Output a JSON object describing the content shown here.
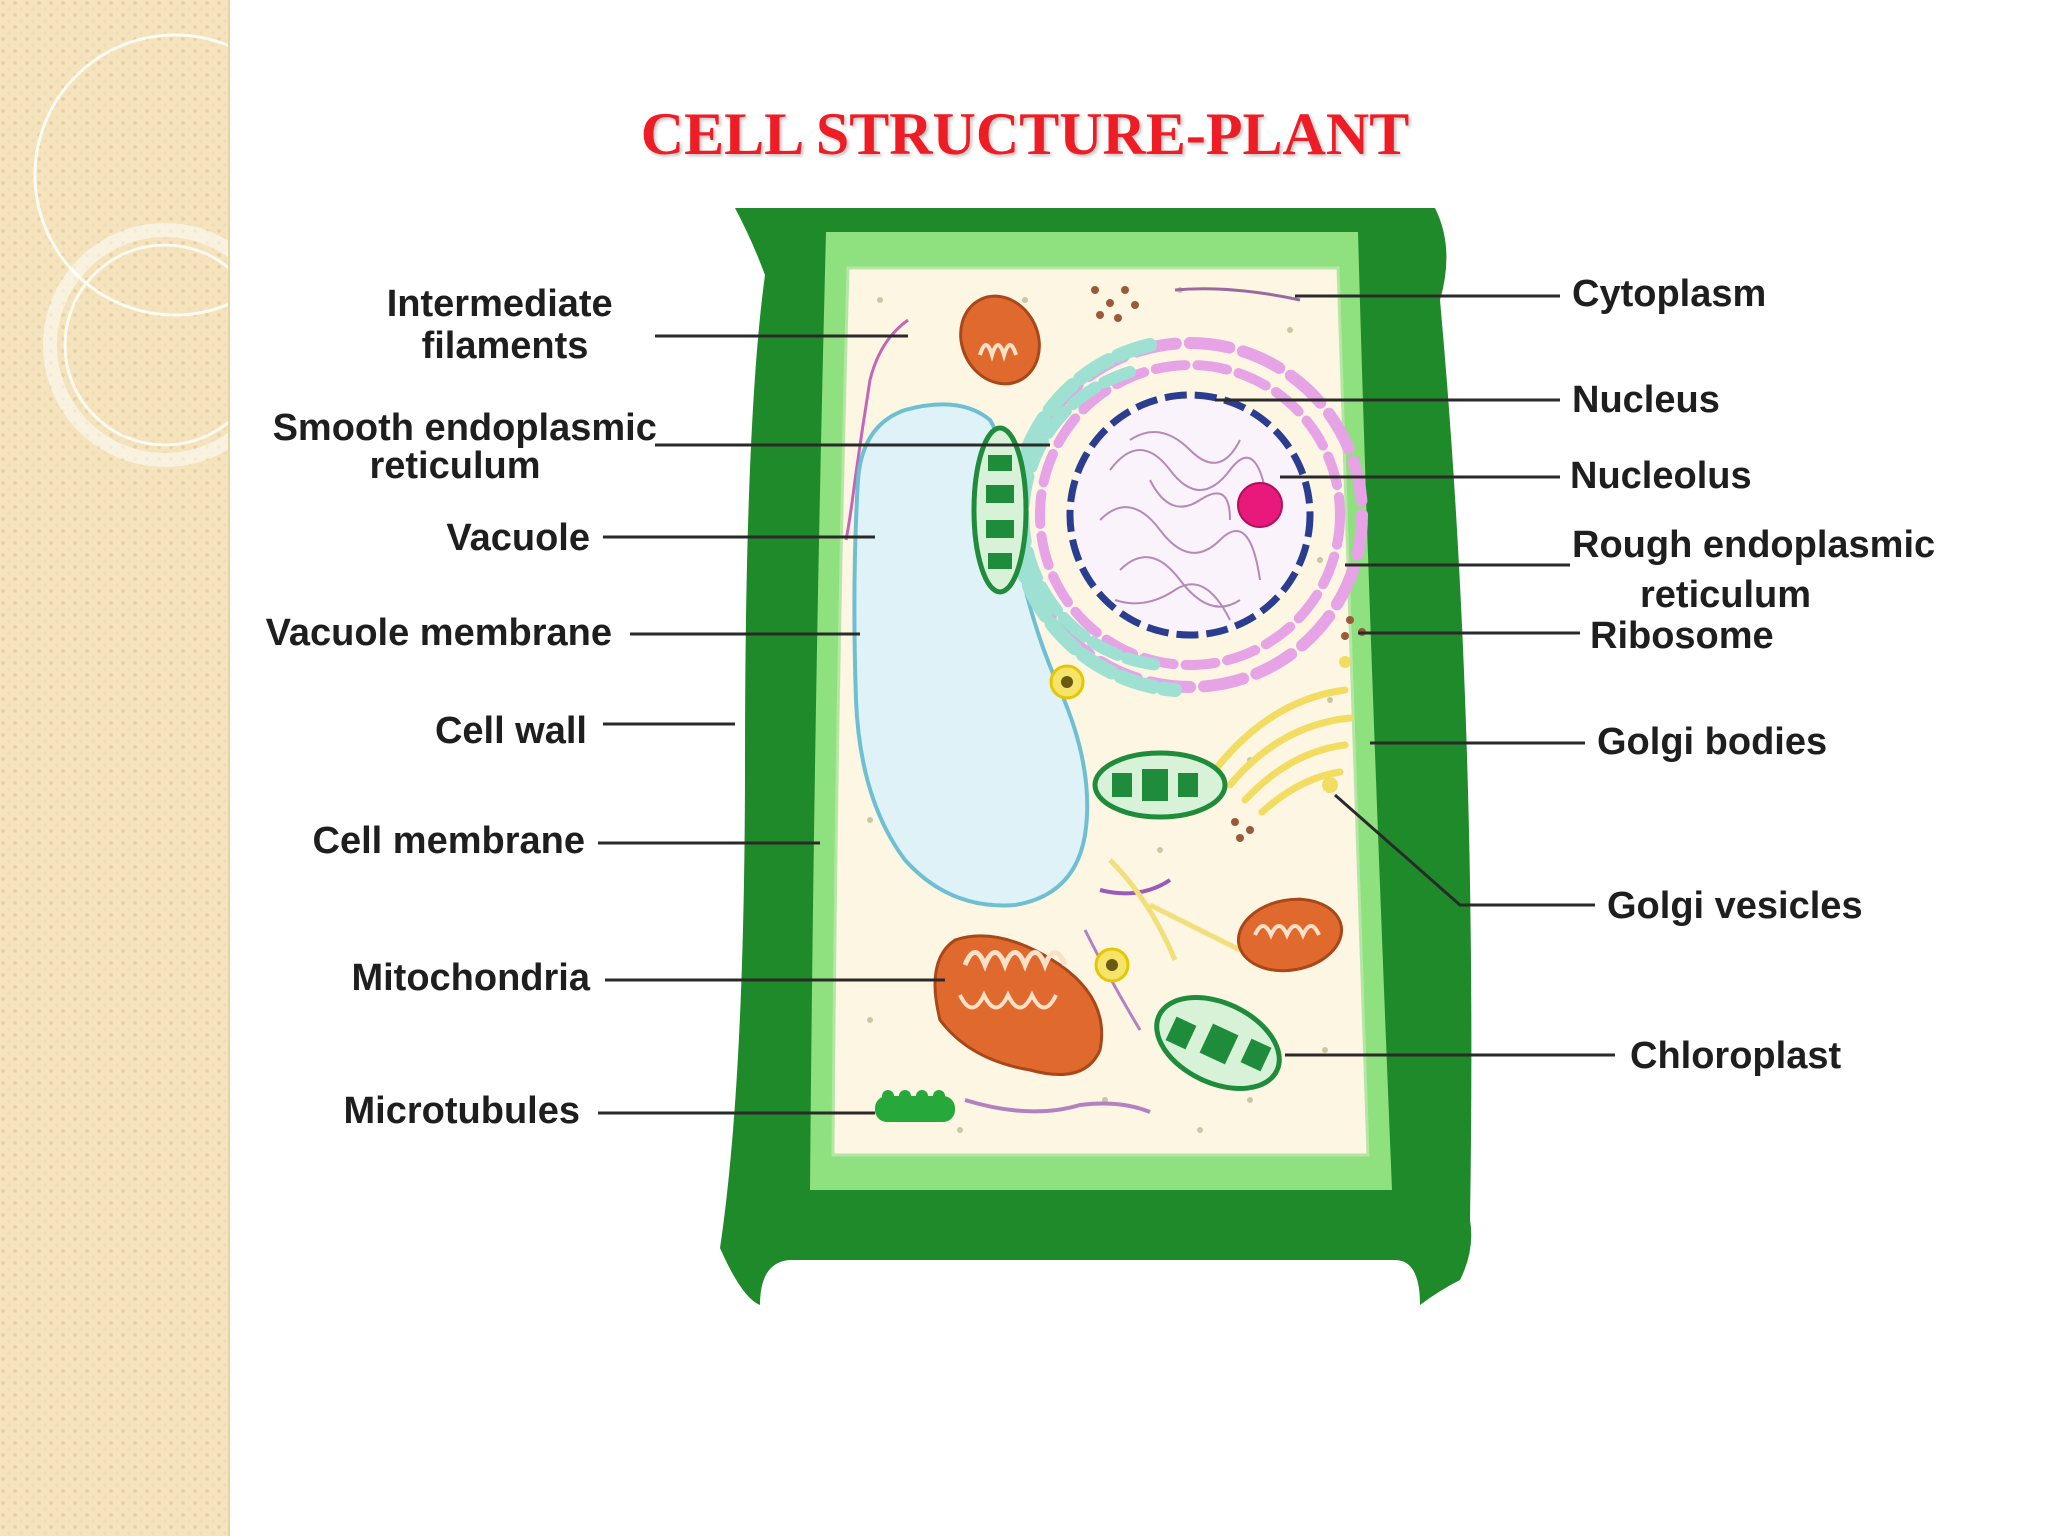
{
  "title": "CELL STRUCTURE-PLANT",
  "colors": {
    "title": "#ee1c24",
    "cell_wall": "#1f8a2a",
    "cell_membrane": "#8fe07f",
    "cytoplasm": "#fdf6e3",
    "vacuole": "#dff2f7",
    "nucleolus": "#e8197a",
    "mitochondria": "#e0692e",
    "chloroplast": "#1e8c3a",
    "side_panel": "#f4e3bc"
  },
  "labels_left": [
    {
      "id": "intermediate-filaments",
      "lines": [
        "Intermediate",
        "filaments"
      ]
    },
    {
      "id": "smooth-er",
      "lines": [
        "Smooth endoplasmic",
        "reticulum"
      ]
    },
    {
      "id": "vacuole",
      "lines": [
        "Vacuole"
      ]
    },
    {
      "id": "vacuole-membrane",
      "lines": [
        "Vacuole membrane"
      ]
    },
    {
      "id": "cell-wall",
      "lines": [
        "Cell wall"
      ]
    },
    {
      "id": "cell-membrane",
      "lines": [
        "Cell membrane"
      ]
    },
    {
      "id": "mitochondria",
      "lines": [
        "Mitochondria"
      ]
    },
    {
      "id": "microtubules",
      "lines": [
        "Microtubules"
      ]
    }
  ],
  "labels_right": [
    {
      "id": "cytoplasm",
      "lines": [
        "Cytoplasm"
      ]
    },
    {
      "id": "nucleus",
      "lines": [
        "Nucleus"
      ]
    },
    {
      "id": "nucleolus",
      "lines": [
        "Nucleolus"
      ]
    },
    {
      "id": "rough-er",
      "lines": [
        "Rough endoplasmic",
        "reticulum"
      ]
    },
    {
      "id": "ribosome",
      "lines": [
        "Ribosome"
      ]
    },
    {
      "id": "golgi-bodies",
      "lines": [
        "Golgi bodies"
      ]
    },
    {
      "id": "golgi-vesicles",
      "lines": [
        "Golgi vesicles"
      ]
    },
    {
      "id": "chloroplast",
      "lines": [
        "Chloroplast"
      ]
    }
  ]
}
